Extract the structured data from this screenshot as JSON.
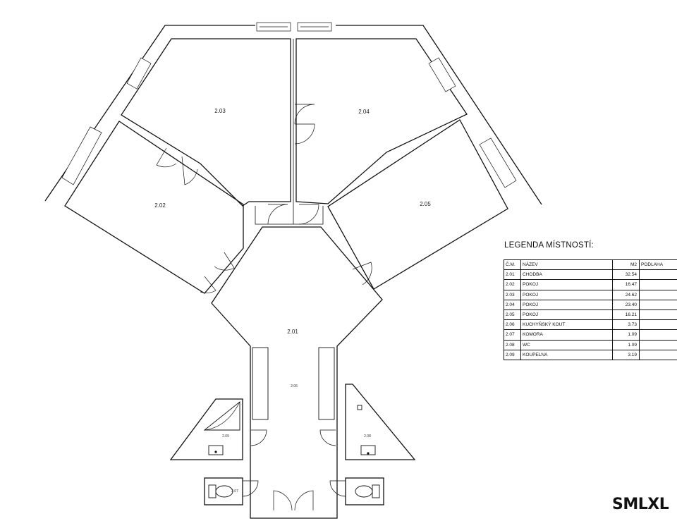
{
  "rooms": {
    "r201": "2.01",
    "r202": "2.02",
    "r203": "2.03",
    "r204": "2.04",
    "r205": "2.05",
    "r206": "2.06",
    "r207": "2.07",
    "r208": "2.08",
    "r209": "2.09"
  },
  "legend": {
    "title": "LEGENDA MÍSTNOSTÍ:",
    "headers": {
      "num": "Č.M.",
      "name": "NÁZEV",
      "area": "M2",
      "floor": "PODLAHA"
    },
    "rows": [
      {
        "num": "2.01",
        "name": "CHODBA",
        "area": "32.54",
        "floor": ""
      },
      {
        "num": "2.02",
        "name": "POKOJ",
        "area": "16.47",
        "floor": ""
      },
      {
        "num": "2.03",
        "name": "POKOJ",
        "area": "24.62",
        "floor": ""
      },
      {
        "num": "2.04",
        "name": "POKOJ",
        "area": "23.40",
        "floor": ""
      },
      {
        "num": "2.05",
        "name": "POKOJ",
        "area": "16.21",
        "floor": ""
      },
      {
        "num": "2.06",
        "name": "KUCHYŇSKÝ KOUT",
        "area": "3.73",
        "floor": ""
      },
      {
        "num": "2.07",
        "name": "KOMORA",
        "area": "1.09",
        "floor": ""
      },
      {
        "num": "2.08",
        "name": "WC",
        "area": "1.09",
        "floor": ""
      },
      {
        "num": "2.09",
        "name": "KOUPELNA",
        "area": "3.19",
        "floor": ""
      }
    ]
  },
  "brand": "SMLXL"
}
